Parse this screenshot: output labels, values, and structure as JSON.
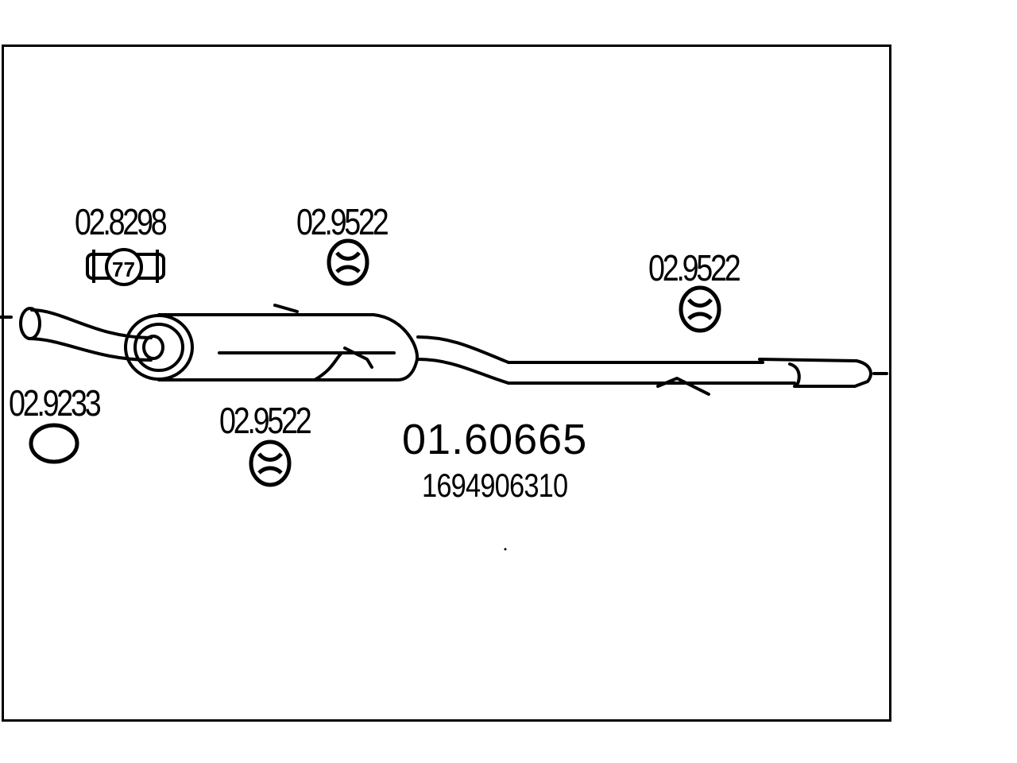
{
  "diagram": {
    "main_part_number": "01.60665",
    "oem_number": "1694906310",
    "parts": [
      {
        "number": "02.8298",
        "kind": "clamp"
      },
      {
        "number": "02.9522",
        "kind": "rubber-hanger"
      },
      {
        "number": "02.9522",
        "kind": "rubber-hanger"
      },
      {
        "number": "02.9233",
        "kind": "gasket-ring"
      },
      {
        "number": "02.9522",
        "kind": "rubber-hanger"
      }
    ]
  }
}
